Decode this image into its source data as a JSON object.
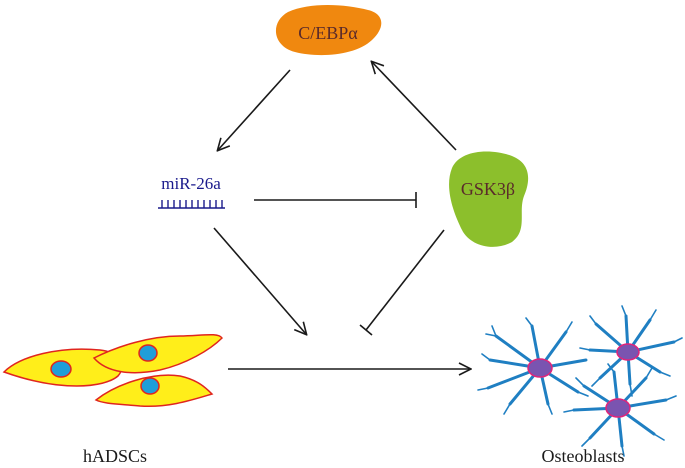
{
  "nodes": {
    "cebpa": {
      "label": "C/EBPα"
    },
    "mir26a": {
      "label": "miR-26a"
    },
    "gsk3b": {
      "label": "GSK3β"
    },
    "hadscs": {
      "label": "hADSCs"
    },
    "osteoblasts": {
      "label": "Osteoblasts"
    }
  },
  "colors": {
    "cebpa_fill": "#f0880f",
    "gsk3b_fill": "#8cbf2c",
    "mir_text": "#1a1a8c",
    "label_text": "#5a2a2a",
    "stem_cell_fill": "#ffee1a",
    "stem_cell_border": "#e0251f",
    "nucleus_fill": "#1f9ed8",
    "osteoblast_stroke": "#1f7fc2",
    "osteoblast_nucleus": "#7a54b0",
    "osteoblast_nucleus_border": "#e0247a",
    "line": "#1a1a1a"
  }
}
